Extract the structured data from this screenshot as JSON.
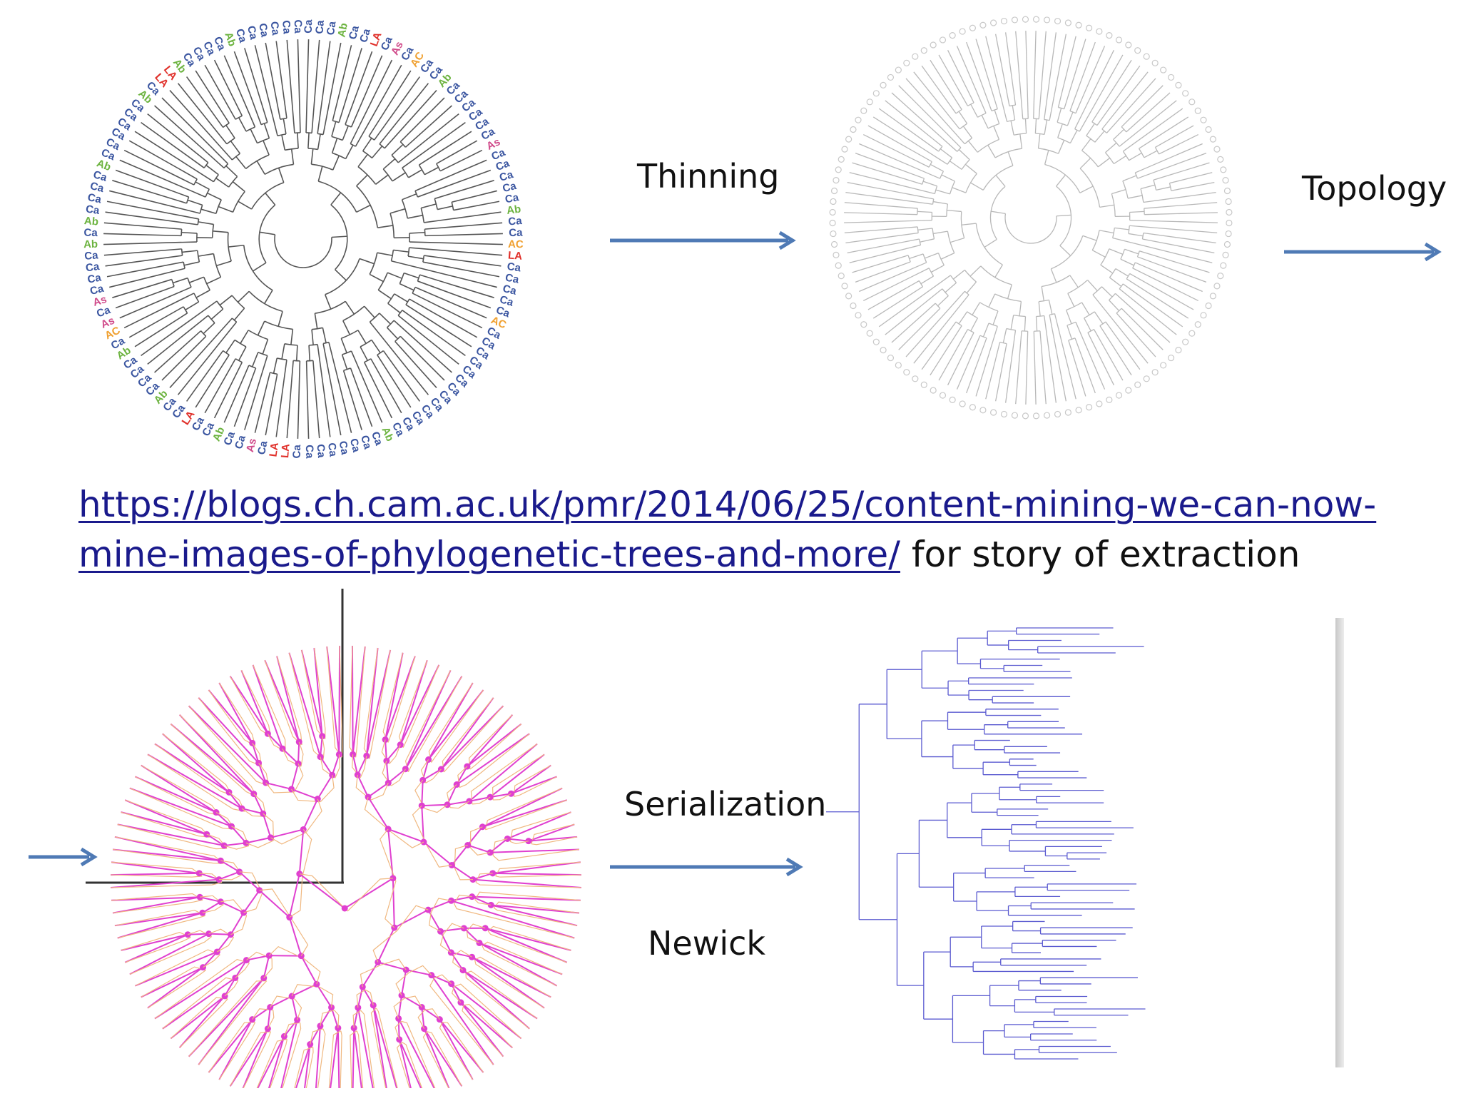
{
  "steps": {
    "thinning": "Thinning",
    "topology": "Topology",
    "serialization": "Serialization",
    "newick": "Newick"
  },
  "caption": {
    "link_line1": "https://blogs.ch.cam.ac.uk/pmr/2014/06/25/content-mining-we-can-now-",
    "link_line2": "mine-images-of-phylogenetic-trees-and-more/",
    "suffix": " for story of extraction"
  },
  "tip_labels": [
    "Ca",
    "Ca",
    "Ca",
    "Ab",
    "Ca",
    "Ca",
    "LA",
    "Ca",
    "As",
    "Ca",
    "AC",
    "Ca",
    "Ca",
    "Ab",
    "Ca",
    "Ca",
    "Ca",
    "Ca",
    "Ca",
    "Ca",
    "As",
    "Ca",
    "Ca",
    "Ca",
    "Ca",
    "Ca",
    "Ab",
    "Ca",
    "Ca",
    "AC",
    "LA",
    "Ca",
    "Ca",
    "Ca",
    "Ca",
    "Ca",
    "AC",
    "Ca",
    "Ca",
    "Ca",
    "Ca",
    "Ca",
    "Ca",
    "Ca",
    "Ca",
    "Ca",
    "Ca",
    "Ca",
    "Ca",
    "Ca",
    "Ab",
    "Ca",
    "Ca",
    "Ca",
    "Ca",
    "Ca",
    "Ca",
    "Ca",
    "Ca",
    "LA",
    "LA",
    "Ca",
    "As",
    "Ca",
    "Ca",
    "Ab",
    "Ca",
    "Ca",
    "LA",
    "Ca",
    "Ca",
    "Ab",
    "Ca",
    "Ca",
    "Ca",
    "Ca",
    "Ab",
    "Ca",
    "AC",
    "As",
    "Ca",
    "As",
    "Ca",
    "Ca",
    "Ca",
    "Ca",
    "Ab",
    "Ca",
    "Ab",
    "Ca",
    "Ca",
    "Ca",
    "Ca",
    "Ab",
    "Ca",
    "Ca",
    "Ca",
    "Ca",
    "Ca",
    "Ca",
    "Ab",
    "Ca",
    "LA",
    "LA",
    "Ab",
    "Ca",
    "Ca",
    "Ca",
    "Ca",
    "Ab",
    "Ca",
    "Ca",
    "Ca",
    "Ca",
    "Ca",
    "Ca"
  ],
  "colors": {
    "Ca": "#3a55a0",
    "Ab": "#6cb33f",
    "LA": "#e0302a",
    "As": "#d04a8a",
    "AC": "#f0a030",
    "tree_dark": "#555555",
    "tree_thin": "#b8b8b8",
    "magenta": "#e040d0",
    "orange": "#f0b880",
    "blue_tree": "#5a5ad0",
    "arrow": "#4f7ab5"
  }
}
